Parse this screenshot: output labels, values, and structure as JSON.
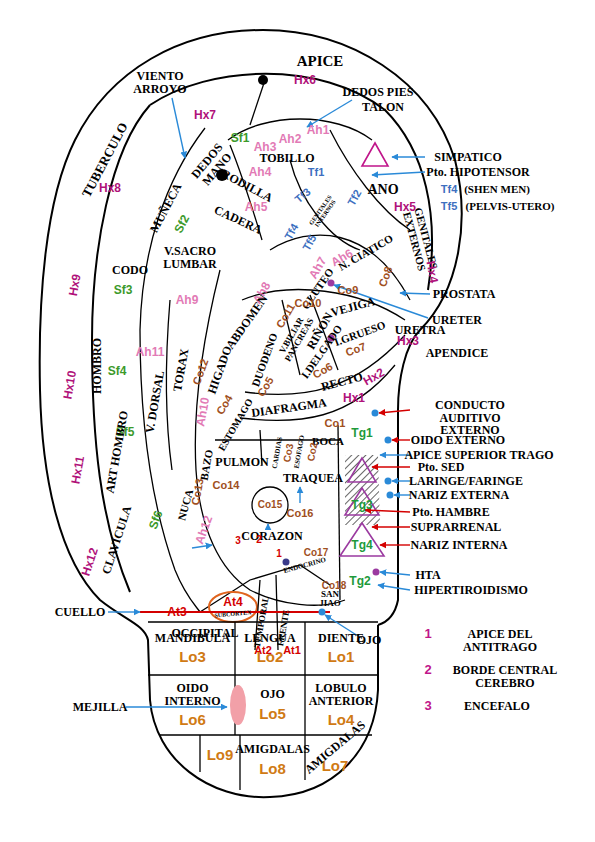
{
  "diagram": {
    "nodes": [
      {
        "text": [
          "MANDIBULA",
          "Lo3"
        ]
      },
      {
        "text": [
          "LENGUA",
          "Lo2"
        ]
      },
      {
        "text": [
          "DIENTE",
          "Lo1"
        ]
      },
      {
        "text": [
          "OIDO INTERNO",
          "Lo6"
        ]
      },
      {
        "text": [
          "OJO",
          "Lo5"
        ]
      },
      {
        "text": [
          "LOBULO ANTERIOR",
          "Lo4"
        ]
      },
      {
        "text": [
          "Lo9"
        ]
      },
      {
        "text": [
          "AMIGDALAS",
          "Lo8"
        ]
      },
      {
        "text": [
          "AMIGDALAS",
          "Lo7"
        ]
      }
    ],
    "labels": [
      "APICE",
      "VIENTO ARROYO",
      "DEDOS PIES",
      "TALON",
      "Hx7",
      "Hx6",
      "TUBERCULO",
      "Hx8",
      "DEDOS MANO",
      "Sf1",
      "MUÑECA",
      "Sf2",
      "TOBILLO",
      "Ah3",
      "Ah2",
      "Ah1",
      "RODILLA",
      "Ah4",
      "CADERA",
      "Ah5",
      "Tf1",
      "Tf2",
      "Tf3",
      "GENITALES INTERNOS",
      "Tf4",
      "Tf5",
      "ANO",
      "SIMPATICO",
      "Pto. HIPOTENSOR",
      "Tf4",
      "(SHEN MEN)",
      "Tf5",
      "(PELVIS-UTERO)",
      "Hx5",
      "GENITALES EXTERNOS",
      "Hx4",
      "V.SACRO LUMBAR",
      "Hx9",
      "CODO",
      "Sf3",
      "Ah9",
      "Ah7",
      "Ah6",
      "N. CIATICO",
      "Co8",
      "GLUTEO",
      "Co9",
      "VEJIGA",
      "PROSTATA",
      "Co10",
      "Ah8",
      "ABDOMEN",
      "URETER",
      "URETRA",
      "Hx3",
      "APENDICE",
      "Ah11",
      "Sf4",
      "HOMBRO",
      "Hx10",
      "V.BILIAR PANCREAS",
      "Co11",
      "RIÑON",
      "I.GRUESO",
      "Co7",
      "I.DELGADO",
      "Co6",
      "DUODENO",
      "Co5",
      "RECTO",
      "Hx2",
      "Hx1",
      "DIAFRAGMA",
      "HIGADO",
      "Co12",
      "TORAX",
      "Co4",
      "ESTOMAGO",
      "V. DORSAL",
      "Ah10",
      "Sf5",
      "ART HOMBRO",
      "Hx11",
      "CONDUCTO AUDITIVO EXTERNO",
      "OIDO EXTERNO",
      "APICE SUPERIOR TRAGO",
      "Pto. SED",
      "LARINGE/FARINGE",
      "NARIZ EXTERNA",
      "Pto. HAMBRE",
      "SUPRARRENAL",
      "NARIZ INTERNA",
      "HTA",
      "HIPERTIROIDISMO",
      "Tg1",
      "Tg3",
      "Tg4",
      "Tg2",
      "Co1",
      "BOCA",
      "ESOFAGO",
      "Co2",
      "CARDIAS",
      "Co3",
      "PULMON",
      "BAZO",
      "Co13",
      "Co14",
      "TRAQUEA",
      "Co15",
      "Co16",
      "CORAZON",
      "NUCA",
      "Sf6",
      "CLAVICULA",
      "Hx12",
      "Ah12",
      "3",
      "2",
      "1",
      "Co17",
      "ENDOCRINO",
      "Co18",
      "SAN JIAO",
      "At4",
      "SUBCORTEX",
      "CUELLO",
      "At3",
      "OCCIPITAL",
      "TEMPORAL",
      "At2",
      "FRENTE",
      "At1",
      "OJO",
      "1",
      "APICE DEL ANTITRAGO",
      "2",
      "BORDE CENTRAL CEREBRO",
      "3",
      "ENCEFALO",
      "MEJILLA"
    ]
  }
}
